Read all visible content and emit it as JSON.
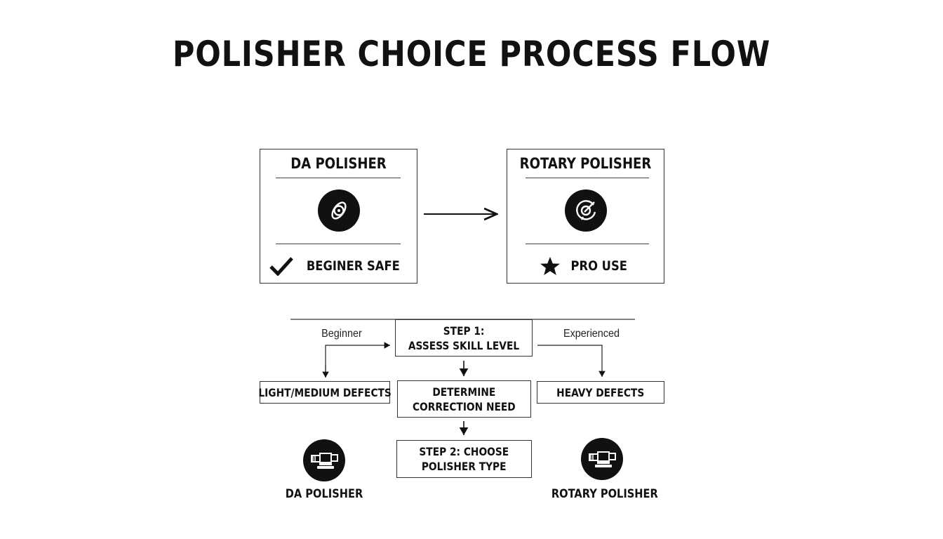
{
  "title": "POLISHER CHOICE PROCESS FLOW",
  "cards": {
    "da": {
      "heading": "DA POLISHER",
      "footer": "BEGINER SAFE",
      "icon": "orbit-icon",
      "footer_icon": "checkmark-icon"
    },
    "rotary": {
      "heading": "ROTARY POLISHER",
      "footer": "PRO USE",
      "icon": "rotary-target-icon",
      "footer_icon": "star-icon"
    }
  },
  "flow": {
    "step1": {
      "line1": "STEP 1:",
      "line2": "ASSESS SKILL LEVEL"
    },
    "beginner_label": "Beginner",
    "experienced_label": "Experienced",
    "light_defects": "LIGHT/MEDIUM DEFECTS",
    "determine": {
      "line1": "DETERMINE",
      "line2": "CORRECTION NEED"
    },
    "heavy_defects": "HEAVY DEFECTS",
    "step2": {
      "line1": "STEP 2: CHOOSE",
      "line2": "POLISHER TYPE"
    }
  },
  "bottom": {
    "left_label": "DA POLISHER",
    "left_icon": "polisher-tool-icon",
    "right_label": "ROTARY POLISHER",
    "right_icon": "polisher-tool-icon"
  },
  "colors": {
    "ink": "#111111",
    "border": "#333333",
    "background": "#ffffff"
  }
}
